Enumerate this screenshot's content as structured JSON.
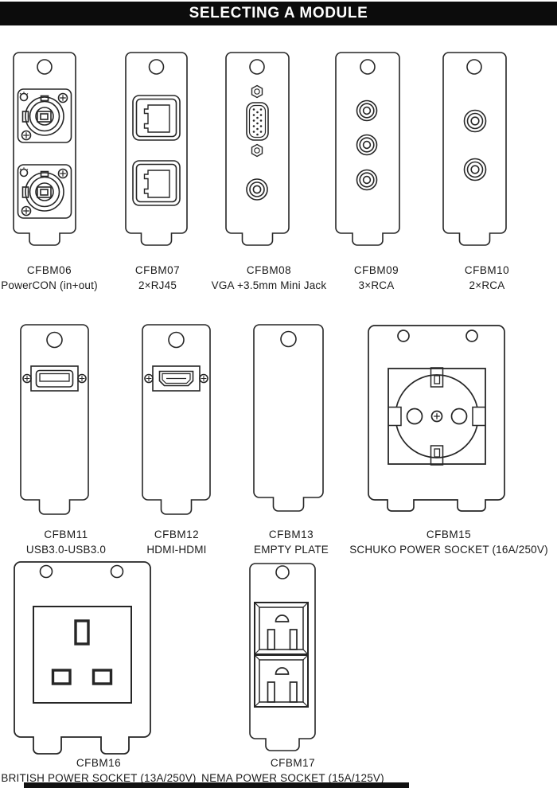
{
  "page": {
    "title": "SELECTING A MODULE"
  },
  "modules": [
    {
      "code": "CFBM06",
      "desc": "PowerCON (in+out)"
    },
    {
      "code": "CFBM07",
      "desc": "2×RJ45"
    },
    {
      "code": "CFBM08",
      "desc": "VGA +3.5mm Mini Jack"
    },
    {
      "code": "CFBM09",
      "desc": "3×RCA"
    },
    {
      "code": "CFBM10",
      "desc": "2×RCA"
    },
    {
      "code": "CFBM11",
      "desc": "USB3.0-USB3.0"
    },
    {
      "code": "CFBM12",
      "desc": "HDMI-HDMI"
    },
    {
      "code": "CFBM13",
      "desc": "EMPTY PLATE"
    },
    {
      "code": "CFBM15",
      "desc": "SCHUKO POWER SOCKET (16A/250V)"
    },
    {
      "code": "CFBM16",
      "desc": "BRITISH POWER SOCKET (13A/250V)"
    },
    {
      "code": "CFBM17",
      "desc": "NEMA POWER SOCKET (15A/125V)"
    }
  ],
  "colors": {
    "ink": "#262626",
    "header_bar": "#0c0c0c",
    "paper": "#ffffff"
  }
}
